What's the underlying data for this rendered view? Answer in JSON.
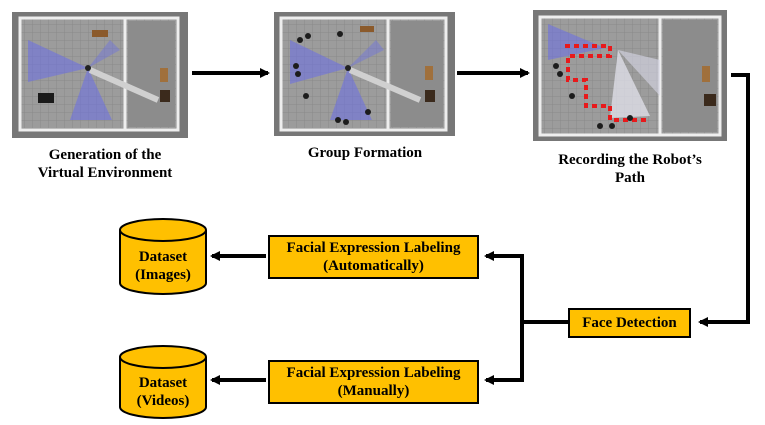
{
  "stages": [
    {
      "line1": "Generation of the",
      "line2": "Virtual Environment"
    },
    {
      "line1": "Group Formation",
      "line2": ""
    },
    {
      "line1": "Recording the Robot’s",
      "line2": "Path"
    }
  ],
  "face_detection": "Face Detection",
  "labeling_auto": {
    "line1": "Facial Expression Labeling",
    "line2": "(Automatically)"
  },
  "labeling_manual": {
    "line1": "Facial Expression Labeling",
    "line2": "(Manually)"
  },
  "dataset_images": {
    "line1": "Dataset",
    "line2": "(Images)"
  },
  "dataset_videos": {
    "line1": "Dataset",
    "line2": "(Videos)"
  },
  "colors": {
    "box_fill": "#ffc000",
    "sensor_blue": "#6a6ee8",
    "path_red": "#e8191b",
    "floor": "#9a9a9a"
  }
}
